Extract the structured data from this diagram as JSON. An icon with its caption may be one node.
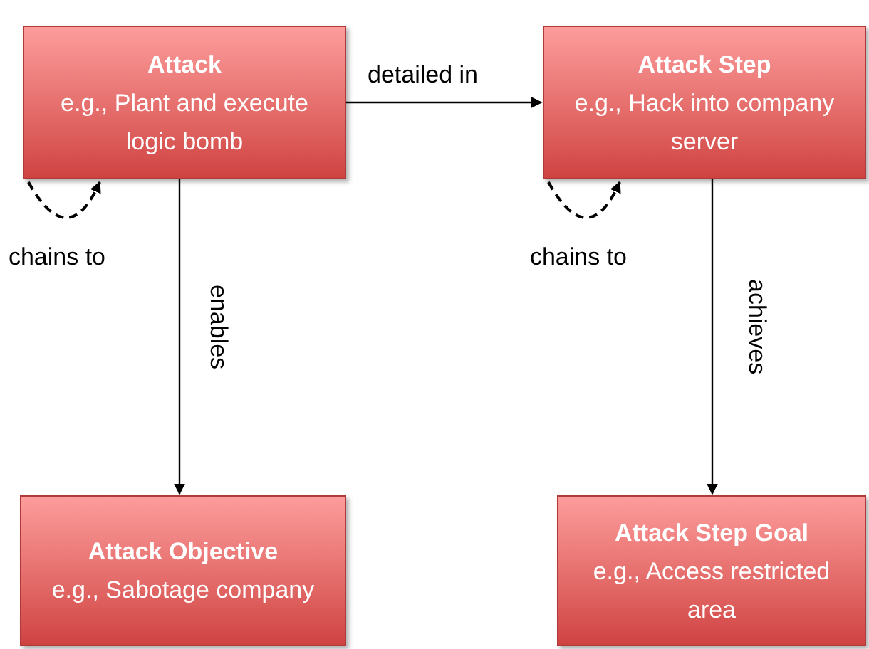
{
  "diagram": {
    "nodes": [
      {
        "text": [
          "Attack",
          "e.g., Plant and execute logic bomb"
        ]
      },
      {
        "text": [
          "Attack Step",
          "e.g., Hack into company server"
        ]
      },
      {
        "text": [
          "Attack Objective",
          "e.g., Sabotage company"
        ]
      },
      {
        "text": [
          "Attack Step Goal",
          "e.g., Access restricted area"
        ]
      }
    ],
    "edges": [
      {
        "from": 0,
        "to": 1,
        "arrow": "to",
        "label": "detailed in"
      },
      {
        "from": 0,
        "to": 0,
        "arrow": "to",
        "label": "chains to",
        "style": "dashed"
      },
      {
        "from": 0,
        "to": 2,
        "arrow": "to",
        "label": "enables"
      },
      {
        "from": 1,
        "to": 1,
        "arrow": "to",
        "label": "chains to",
        "style": "dashed"
      },
      {
        "from": 1,
        "to": 3,
        "arrow": "to",
        "label": "achieves"
      }
    ]
  }
}
